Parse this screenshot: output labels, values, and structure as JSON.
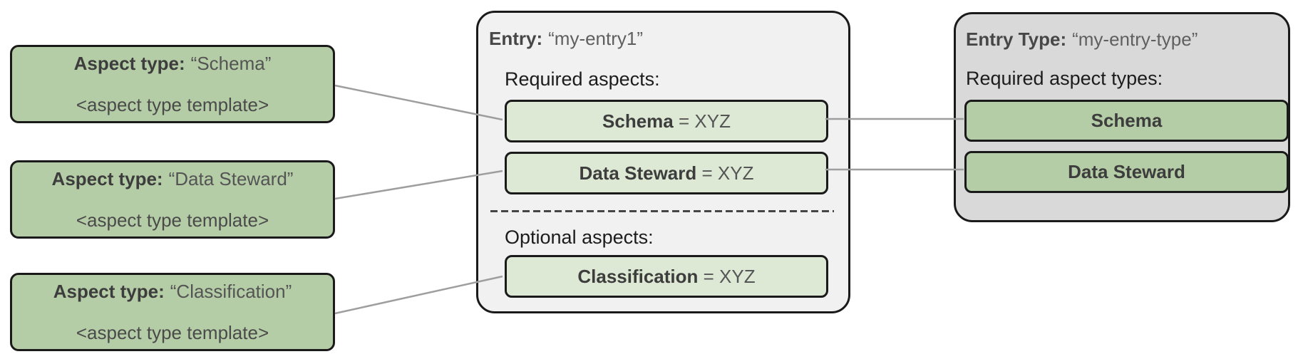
{
  "aspect_type_boxes": [
    {
      "title_bold": "Aspect type:",
      "title_value": "“Schema”",
      "subtitle": "<aspect type template>"
    },
    {
      "title_bold": "Aspect type:",
      "title_value": "“Data Steward”",
      "subtitle": "<aspect type template>"
    },
    {
      "title_bold": "Aspect type:",
      "title_value": "“Classification”",
      "subtitle": "<aspect type template>"
    }
  ],
  "entry": {
    "title_bold": "Entry:",
    "title_value": "“my-entry1”",
    "required_label": "Required aspects:",
    "optional_label": "Optional aspects:",
    "required_aspects": [
      {
        "name": "Schema",
        "value": " = XYZ"
      },
      {
        "name": "Data Steward",
        "value": " = XYZ"
      }
    ],
    "optional_aspects": [
      {
        "name": "Classification",
        "value": " = XYZ"
      }
    ]
  },
  "entry_type": {
    "title_bold": "Entry Type:",
    "title_value": "“my-entry-type”",
    "required_label": "Required aspect types:",
    "required_aspect_types": [
      {
        "name": "Schema"
      },
      {
        "name": "Data Steward"
      }
    ]
  },
  "colors": {
    "aspect_green": "#b5cda6",
    "aspect_light_green": "#dde9d4",
    "entry_bg_gray": "#f1f1f1",
    "entry_type_bg_gray": "#d9d9d9",
    "border_black": "#1a1a1a",
    "connector_gray": "#9e9e9e",
    "text_dark": "#3d3d3d"
  }
}
